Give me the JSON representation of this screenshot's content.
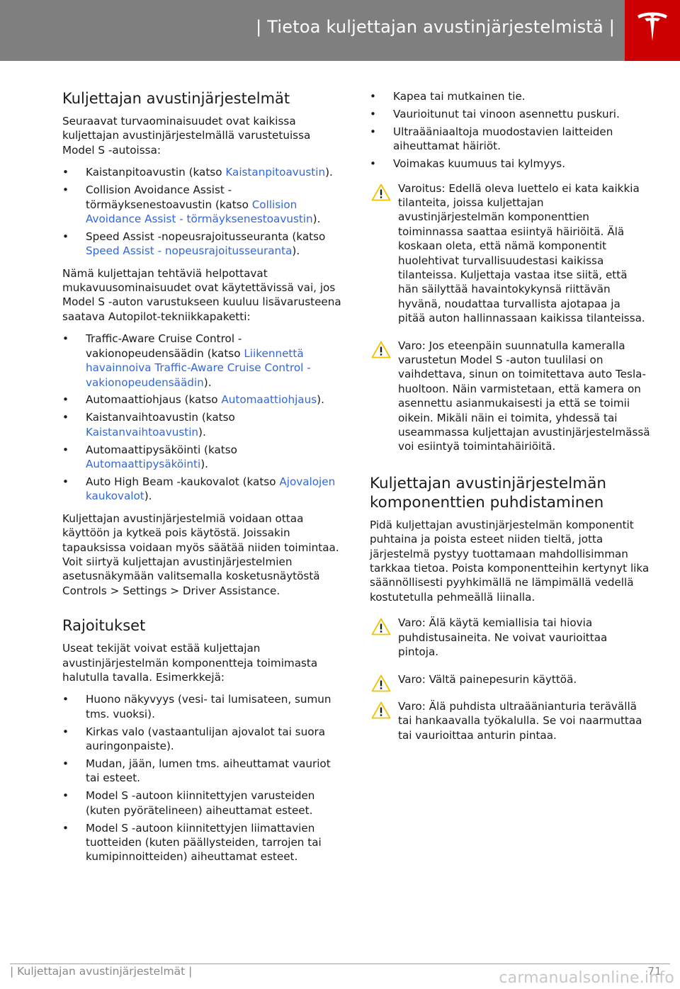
{
  "header": {
    "title": "| Tietoa kuljettajan avustinjärjestelmistä |"
  },
  "bullet": "•",
  "left": {
    "heading1": "Kuljettajan avustinjärjestelmät",
    "intro": "Seuraavat turvaominaisuudet ovat kaikissa kuljettajan avustinjärjestelmällä varustetuissa Model S -autoissa:",
    "list1": [
      {
        "text": "Kaistanpitoavustin (katso ",
        "link": "Kaistanpitoavustin",
        "after": ")."
      },
      {
        "text": "Collision Avoidance Assist - törmäyksenestoavustin (katso ",
        "link": "Collision Avoidance Assist - törmäyksenestoavustin",
        "after": ")."
      },
      {
        "text": "Speed Assist -nopeusrajoitusseuranta (katso ",
        "link": "Speed Assist - nopeusrajoitusseuranta",
        "after": ")."
      }
    ],
    "para2": "Nämä kuljettajan tehtäviä helpottavat mukavuusominaisuudet ovat käytettävissä vai, jos Model S -auton varustukseen kuuluu lisävarusteena saatava Autopilot-tekniikkapaketti:",
    "list2": [
      {
        "text": "Traffic-Aware Cruise Control - vakionopeudensäädin (katso ",
        "link": "Liikennettä havainnoiva Traffic-Aware Cruise Control - vakionopeudensäädin",
        "after": ")."
      },
      {
        "text": "Automaattiohjaus (katso ",
        "link": "Automaattiohjaus",
        "after": ")."
      },
      {
        "text": "Kaistanvaihtoavustin (katso ",
        "link": "Kaistanvaihtoavustin",
        "after": ")."
      },
      {
        "text": "Automaattipysäköinti (katso ",
        "link": "Automaattipysäköinti",
        "after": ")."
      },
      {
        "text": "Auto High Beam -kaukovalot (katso ",
        "link": "Ajovalojen kaukovalot",
        "after": ")."
      }
    ],
    "para3": "Kuljettajan avustinjärjestelmiä voidaan ottaa käyttöön ja kytkeä pois käytöstä. Joissakin tapauksissa voidaan myös säätää niiden toimintaa. Voit siirtyä kuljettajan avustinjärjestelmien asetusnäkymään valitsemalla kosketusnäytöstä Controls > Settings > Driver Assistance.",
    "heading2": "Rajoitukset",
    "para4": "Useat tekijät voivat estää kuljettajan avustinjärjestelmän komponentteja toimimasta halutulla tavalla. Esimerkkejä:",
    "list3": [
      "Huono näkyvyys (vesi- tai lumisateen, sumun tms. vuoksi).",
      "Kirkas valo (vastaantulijan ajovalot tai suora auringonpaiste).",
      "Mudan, jään, lumen tms. aiheuttamat vauriot tai esteet.",
      "Model S -autoon kiinnitettyjen varusteiden (kuten pyörätelineen) aiheuttamat esteet.",
      "Model S -autoon kiinnitettyjen liimattavien tuotteiden (kuten päällysteiden, tarrojen tai kumipinnoitteiden) aiheuttamat esteet."
    ]
  },
  "right": {
    "list4": [
      "Kapea tai mutkainen tie.",
      "Vaurioitunut tai vinoon asennettu puskuri.",
      "Ultraääniaaltoja muodostavien laitteiden aiheuttamat häiriöt.",
      "Voimakas kuumuus tai kylmyys."
    ],
    "warn1": "Varoitus: Edellä oleva luettelo ei kata kaikkia tilanteita, joissa kuljettajan avustinjärjestelmän komponenttien toiminnassa saattaa esiintyä häiriöitä. Älä koskaan oleta, että nämä komponentit huolehtivat turvallisuudestasi kaikissa tilanteissa. Kuljettaja vastaa itse siitä, että hän säilyttää havaintokykynsä riittävän hyvänä, noudattaa turvallista ajotapaa ja pitää auton hallinnassaan kaikissa tilanteissa.",
    "warn2": "Varo: Jos eteenpäin suunnatulla kameralla varustetun Model S -auton tuulilasi on vaihdettava, sinun on toimitettava auto Tesla-huoltoon. Näin varmistetaan, että kamera on asennettu asianmukaisesti ja että se toimii oikein. Mikäli näin ei toimita, yhdessä tai useammassa kuljettajan avustinjärjestelmässä voi esiintyä toimintahäiriöitä.",
    "heading3": "Kuljettajan avustinjärjestelmän komponenttien puhdistaminen",
    "para5": "Pidä kuljettajan avustinjärjestelmän komponentit puhtaina ja poista esteet niiden tieltä, jotta järjestelmä pystyy tuottamaan mahdollisimman tarkkaa tietoa. Poista komponentteihin kertynyt lika säännöllisesti pyyhkimällä ne lämpimällä vedellä kostutetulla pehmeällä liinalla.",
    "warn3": "Varo: Älä käytä kemiallisia tai hiovia puhdistusaineita. Ne voivat vaurioittaa pintoja.",
    "warn4": "Varo: Vältä painepesurin käyttöä.",
    "warn5": "Varo: Älä puhdista ultraäänianturia terävällä tai hankaavalla työkalulla. Se voi naarmuttaa tai vaurioittaa anturin pintaa."
  },
  "footer": {
    "text": "| Kuljettajan avustinjärjestelmät |",
    "page": "71"
  },
  "watermark": "carmanualsonline.info"
}
